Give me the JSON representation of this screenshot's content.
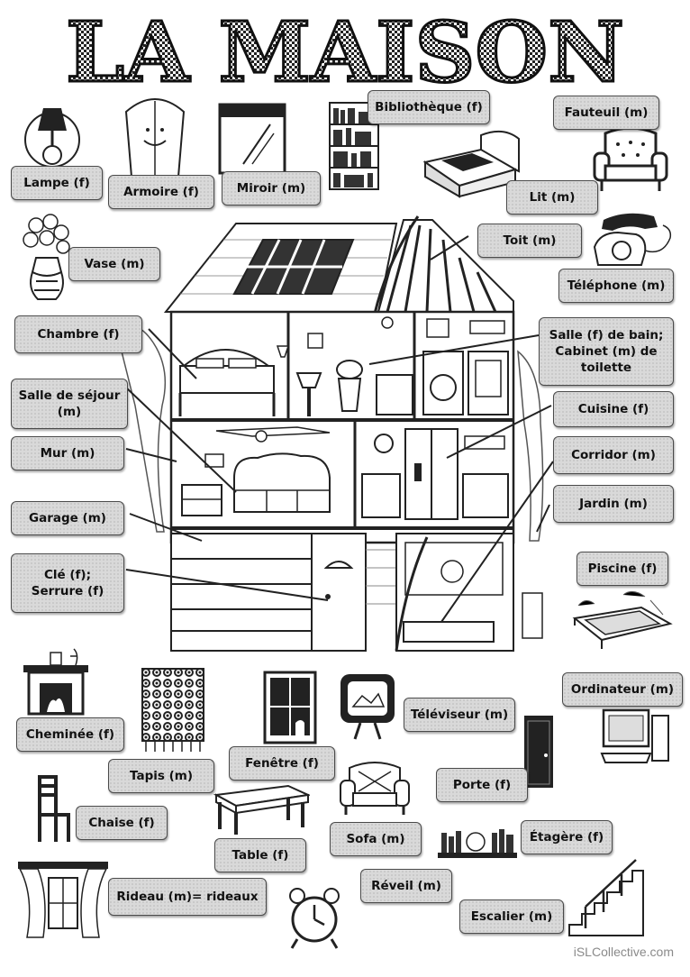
{
  "title": "LA MAISON",
  "labels": {
    "lampe": "Lampe (f)",
    "armoire": "Armoire (f)",
    "miroir": "Miroir (m)",
    "bibliotheque": "Bibliothèque (f)",
    "fauteuil": "Fauteuil (m)",
    "lit": "Lit (m)",
    "vase": "Vase (m)",
    "toit": "Toit (m)",
    "telephone": "Téléphone (m)",
    "chambre": "Chambre (f)",
    "salle_bain_1": "Salle (f) de bain;",
    "salle_bain_2": "Cabinet (m) de",
    "salle_bain_3": "toilette",
    "sejour_1": "Salle de séjour",
    "sejour_2": "(m)",
    "cuisine": "Cuisine (f)",
    "mur": "Mur (m)",
    "corridor": "Corridor (m)",
    "garage": "Garage (m)",
    "jardin": "Jardin (m)",
    "cle_1": "Clé (f);",
    "cle_2": "Serrure (f)",
    "piscine": "Piscine (f)",
    "ordinateur": "Ordinateur (m)",
    "cheminee": "Cheminée (f)",
    "televiseur": "Téléviseur (m)",
    "fenetre": "Fenêtre (f)",
    "tapis": "Tapis (m)",
    "porte": "Porte (f)",
    "chaise": "Chaise (f)",
    "sofa": "Sofa (m)",
    "etagere": "Étagère (f)",
    "table": "Table (f)",
    "rideau": "Rideau (m)= rideaux",
    "reveil": "Réveil (m)",
    "escalier": "Escalier (m)"
  },
  "footer": "iSLCollective.com"
}
